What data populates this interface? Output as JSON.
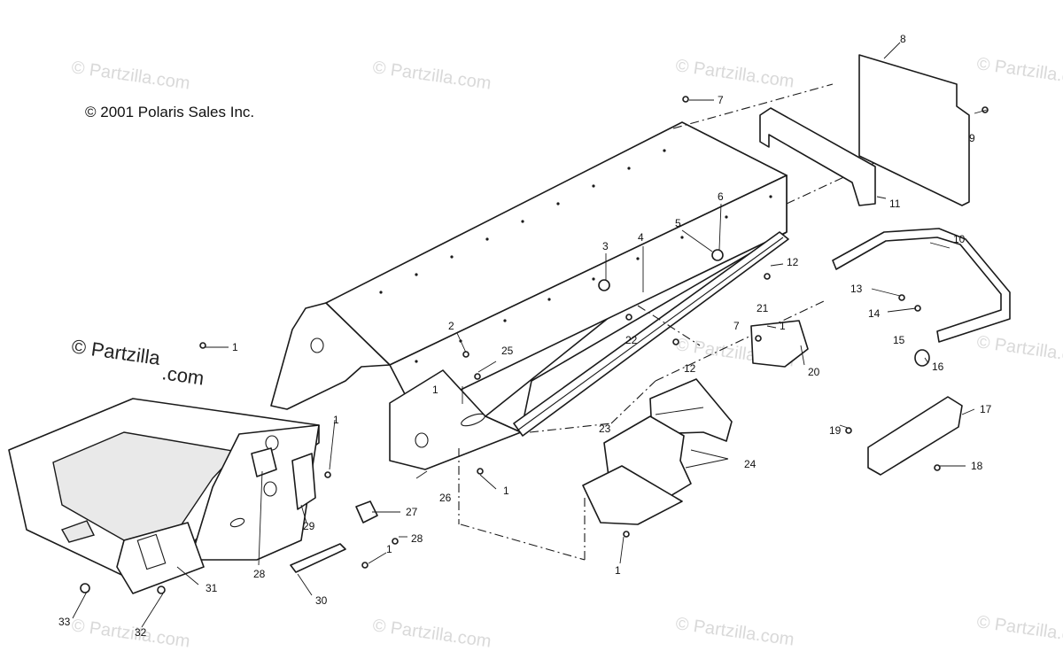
{
  "copyright": "© 2001 Polaris Sales Inc.",
  "watermark": "© Partzilla.com",
  "watermark_feature_line1": "© Partzilla",
  "watermark_feature_line2": ".com",
  "callouts": {
    "c1": "1",
    "c2": "2",
    "c3": "3",
    "c4": "4",
    "c5": "5",
    "c6": "6",
    "c7": "7",
    "c8": "8",
    "c9": "9",
    "c10": "10",
    "c11": "11",
    "c12": "12",
    "c13": "13",
    "c14": "14",
    "c15": "15",
    "c16": "16",
    "c17": "17",
    "c18": "18",
    "c19": "19",
    "c20": "20",
    "c21": "21",
    "c22": "22",
    "c23": "23",
    "c24": "24",
    "c25": "25",
    "c26": "26",
    "c27": "27",
    "c28": "28",
    "c29": "29",
    "c30": "30",
    "c31": "31",
    "c32": "32",
    "c33": "33"
  }
}
